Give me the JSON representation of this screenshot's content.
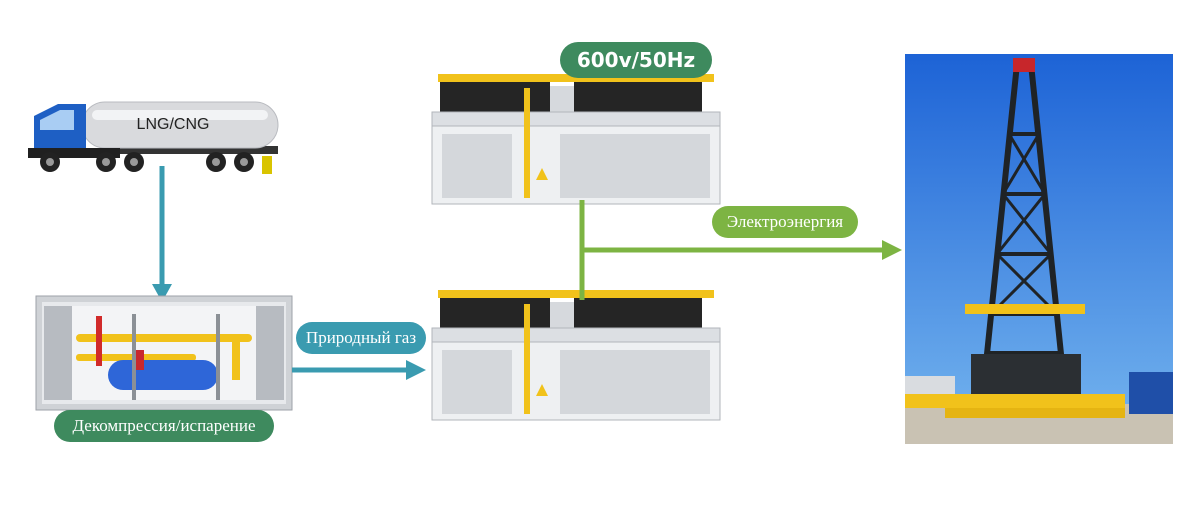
{
  "labels": {
    "truck": "LNG/CNG",
    "decompression": "Декомпрессия/испарение",
    "natural_gas": "Природный газ",
    "voltage": "600v/50Hz",
    "electricity": "Электроэнергия"
  },
  "colors": {
    "teal_arrow": "#3a9bb0",
    "green_line": "#7db443",
    "dark_green_pill": "#3e8a5e"
  },
  "icons": {
    "truck": "tanker-truck-icon",
    "station": "gas-station-container-icon",
    "generator": "generator-container-icon",
    "rig": "drilling-rig-icon"
  }
}
